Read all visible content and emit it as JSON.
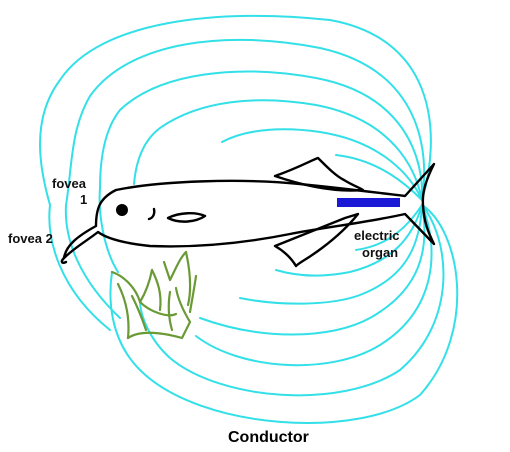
{
  "labels": {
    "fovea1_line1": "fovea",
    "fovea1_line2": "1",
    "fovea2": "fovea 2",
    "organ_line1": "electric",
    "organ_line2": "organ"
  },
  "caption": "Conductor",
  "colors": {
    "field_lines": "#33e0e8",
    "organ": "#1a1ad6",
    "plant": "#6a9a35",
    "outline": "#000000"
  }
}
